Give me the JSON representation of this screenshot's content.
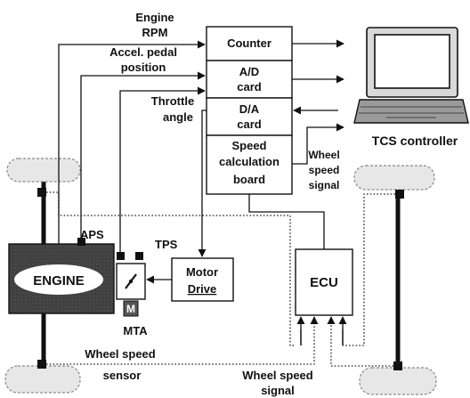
{
  "labels": {
    "engine_rpm_1": "Engine",
    "engine_rpm_2": "RPM",
    "accel_1": "Accel. pedal",
    "accel_2": "position",
    "throttle_1": "Throttle",
    "throttle_2": "angle",
    "wheel_speed_signal_right_1": "Wheel",
    "wheel_speed_signal_right_2": "speed",
    "wheel_speed_signal_right_3": "signal",
    "tcs_controller": "TCS controller",
    "aps": "APS",
    "tps": "TPS",
    "mta": "MTA",
    "m": "M",
    "wheel_speed_sensor_1": "Wheel speed",
    "wheel_speed_sensor_2": "sensor",
    "wheel_speed_signal_bottom_1": "Wheel speed",
    "wheel_speed_signal_bottom_2": "signal"
  },
  "boards": {
    "counter": "Counter",
    "ad_1": "A/D",
    "ad_2": "card",
    "da_1": "D/A",
    "da_2": "card",
    "speed_1": "Speed",
    "speed_2": "calculation",
    "speed_3": "board"
  },
  "components": {
    "engine": "ENGINE",
    "motor_drive_1": "Motor",
    "motor_drive_2": "Drive",
    "ecu": "ECU"
  },
  "colors": {
    "engine_block": "#454545",
    "engine_label_bg": "#ffffff",
    "ink": "#111111"
  },
  "icons": {
    "laptop": "laptop-icon",
    "throttle_valve": "throttle-valve-icon",
    "wheel": "wheel-icon"
  }
}
